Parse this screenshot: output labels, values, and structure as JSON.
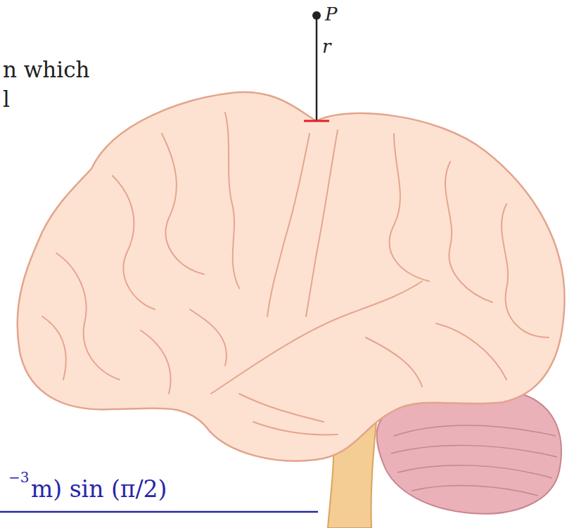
{
  "diagram": {
    "labels": [
      "P",
      "r",
      "n which",
      "l",
      "−3",
      "m) sin (π/2)"
    ]
  }
}
